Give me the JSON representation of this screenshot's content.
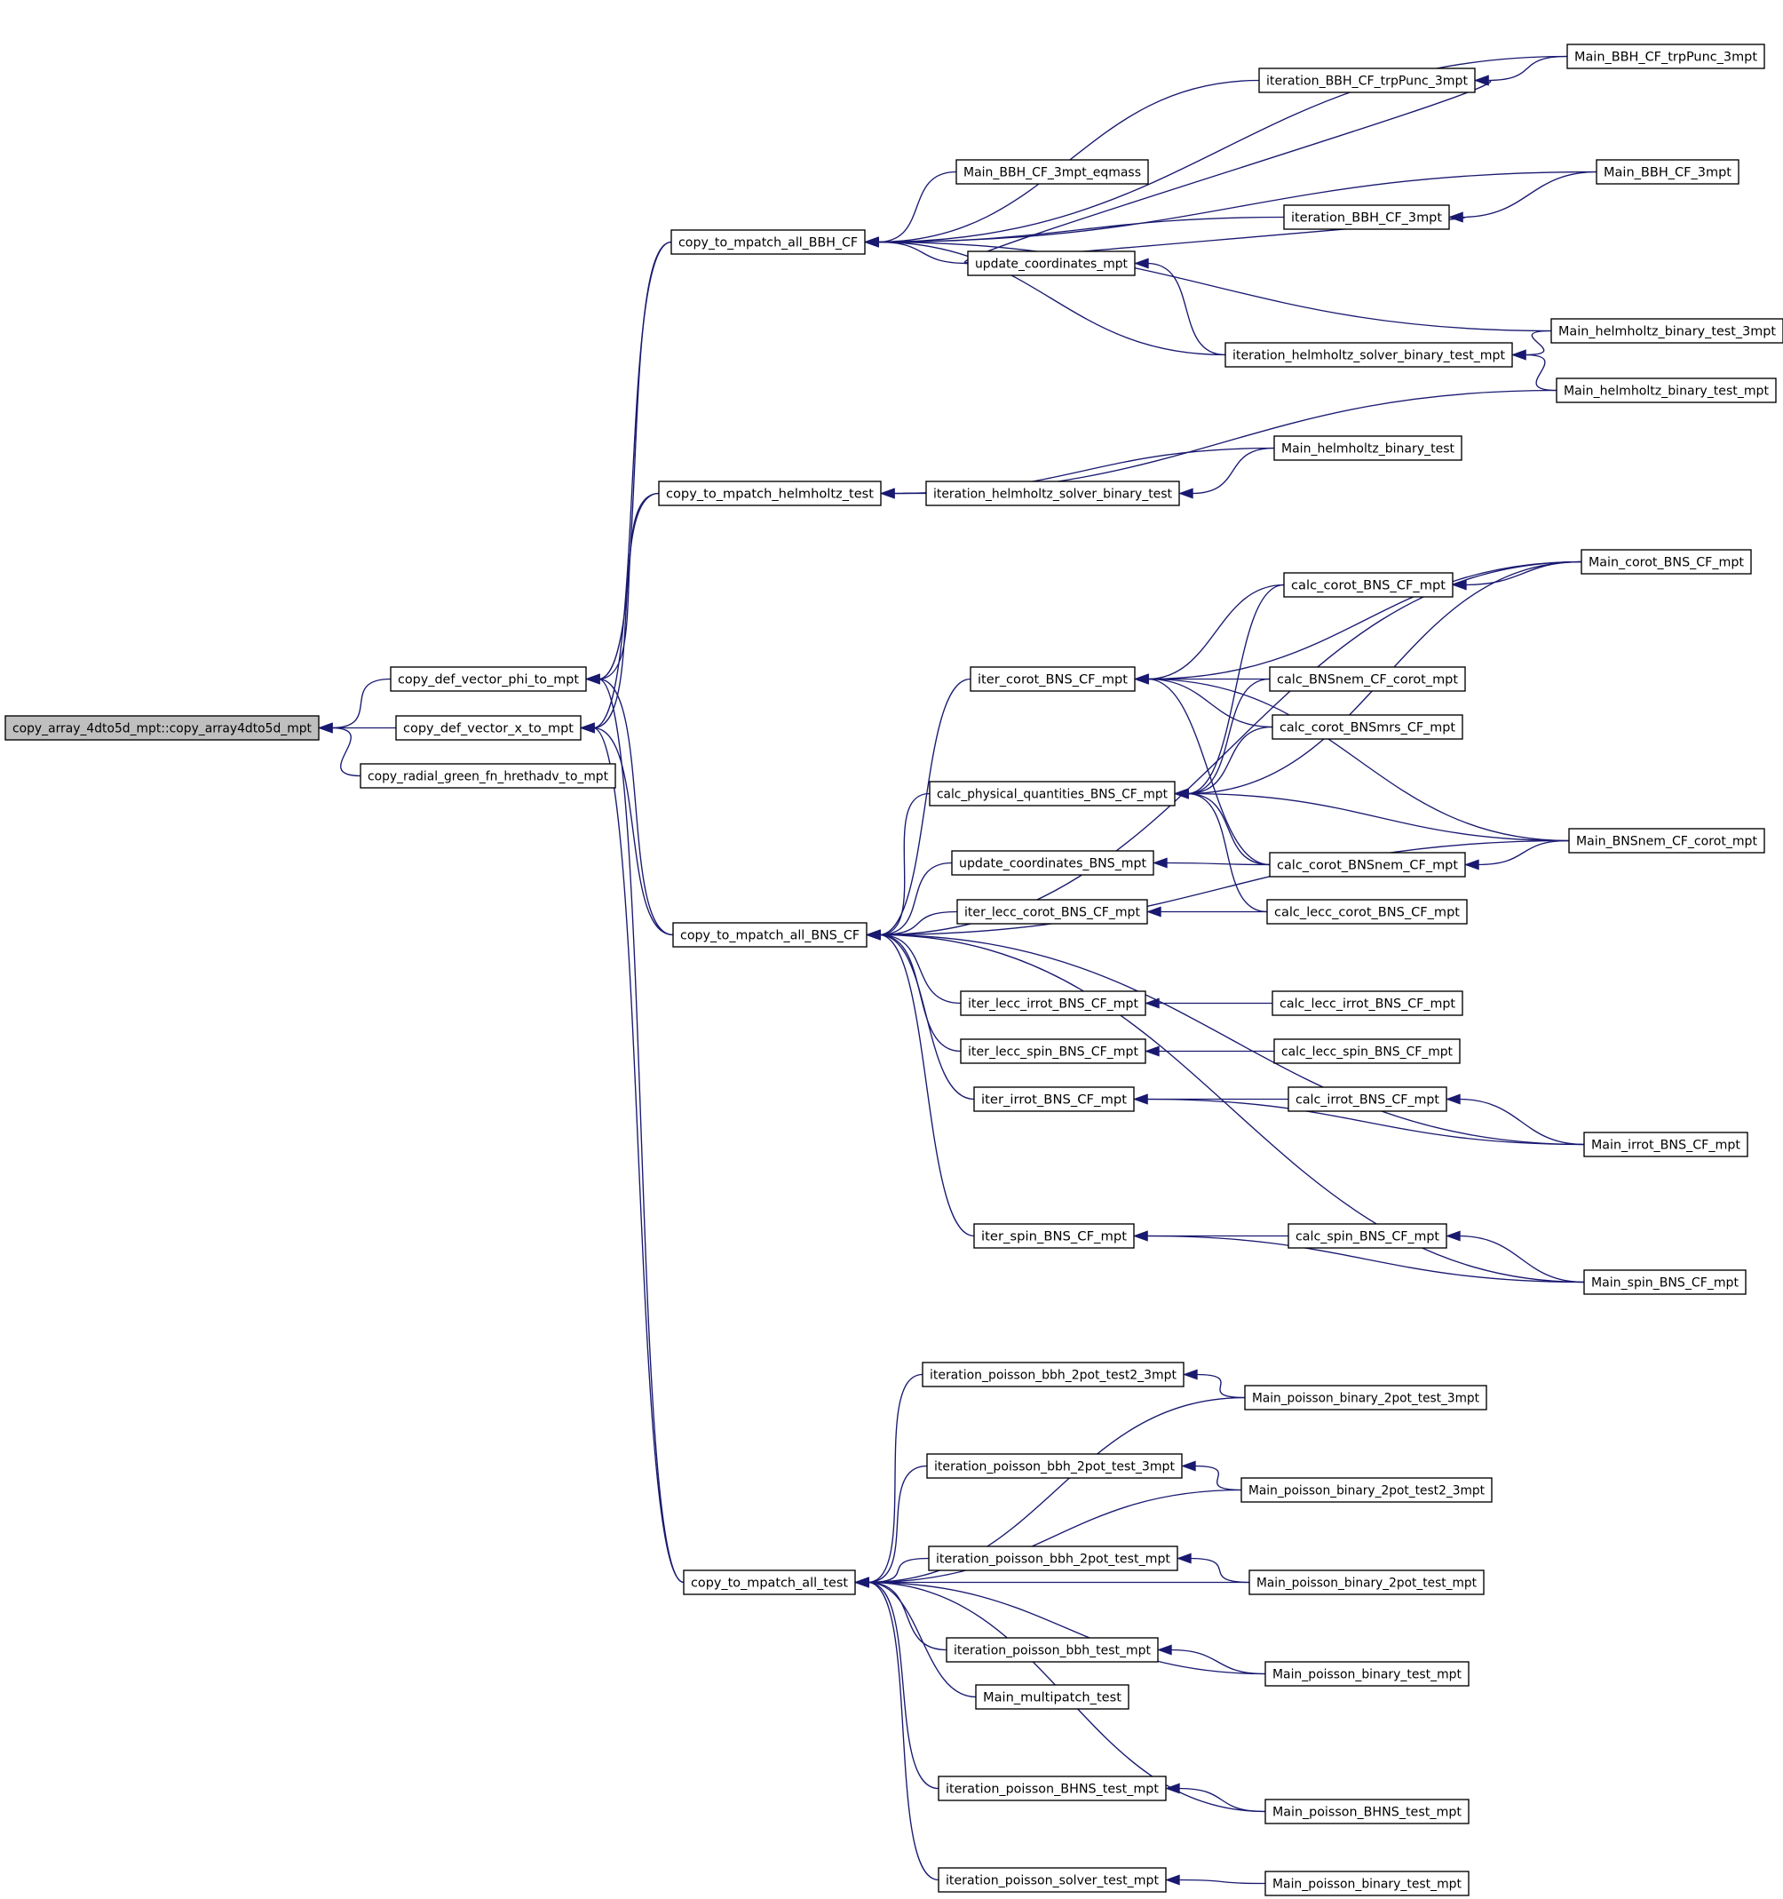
{
  "graph": {
    "nodes": [
      {
        "id": "root",
        "label": "copy_array_4dto5d_mpt::copy_array4dto5d_mpt",
        "highlight": true
      },
      {
        "id": "phi",
        "label": "copy_def_vector_phi_to_mpt"
      },
      {
        "id": "vx",
        "label": "copy_def_vector_x_to_mpt"
      },
      {
        "id": "rad",
        "label": "copy_radial_green_fn_hrethadv_to_mpt"
      },
      {
        "id": "bbhcf",
        "label": "copy_to_mpatch_all_BBH_CF"
      },
      {
        "id": "helm",
        "label": "copy_to_mpatch_helmholtz_test"
      },
      {
        "id": "bnscf",
        "label": "copy_to_mpatch_all_BNS_CF"
      },
      {
        "id": "test",
        "label": "copy_to_mpatch_all_test"
      },
      {
        "id": "m_bbh_eq",
        "label": "Main_BBH_CF_3mpt_eqmass"
      },
      {
        "id": "upd_mpt",
        "label": "update_coordinates_mpt"
      },
      {
        "id": "it_trp",
        "label": "iteration_BBH_CF_trpPunc_3mpt"
      },
      {
        "id": "it_bbh3",
        "label": "iteration_BBH_CF_3mpt"
      },
      {
        "id": "it_helm_mpt",
        "label": "iteration_helmholtz_solver_binary_test_mpt"
      },
      {
        "id": "m_trp",
        "label": "Main_BBH_CF_trpPunc_3mpt"
      },
      {
        "id": "m_bbh3",
        "label": "Main_BBH_CF_3mpt"
      },
      {
        "id": "m_helm3",
        "label": "Main_helmholtz_binary_test_3mpt"
      },
      {
        "id": "m_helm_mpt",
        "label": "Main_helmholtz_binary_test_mpt"
      },
      {
        "id": "it_helm",
        "label": "iteration_helmholtz_solver_binary_test"
      },
      {
        "id": "m_helm",
        "label": "Main_helmholtz_binary_test"
      },
      {
        "id": "iter_corot",
        "label": "iter_corot_BNS_CF_mpt"
      },
      {
        "id": "calc_phys",
        "label": "calc_physical_quantities_BNS_CF_mpt"
      },
      {
        "id": "upd_bns",
        "label": "update_coordinates_BNS_mpt"
      },
      {
        "id": "iter_lecc_corot",
        "label": "iter_lecc_corot_BNS_CF_mpt"
      },
      {
        "id": "iter_lecc_irrot",
        "label": "iter_lecc_irrot_BNS_CF_mpt"
      },
      {
        "id": "iter_lecc_spin",
        "label": "iter_lecc_spin_BNS_CF_mpt"
      },
      {
        "id": "iter_irrot",
        "label": "iter_irrot_BNS_CF_mpt"
      },
      {
        "id": "iter_spin",
        "label": "iter_spin_BNS_CF_mpt"
      },
      {
        "id": "calc_corot",
        "label": "calc_corot_BNS_CF_mpt"
      },
      {
        "id": "calc_bnsnem_corot",
        "label": "calc_BNSnem_CF_corot_mpt"
      },
      {
        "id": "calc_corot_mrs",
        "label": "calc_corot_BNSmrs_CF_mpt"
      },
      {
        "id": "calc_corot_nem",
        "label": "calc_corot_BNSnem_CF_mpt"
      },
      {
        "id": "calc_lecc_corot",
        "label": "calc_lecc_corot_BNS_CF_mpt"
      },
      {
        "id": "calc_lecc_irrot",
        "label": "calc_lecc_irrot_BNS_CF_mpt"
      },
      {
        "id": "calc_lecc_spin",
        "label": "calc_lecc_spin_BNS_CF_mpt"
      },
      {
        "id": "calc_irrot",
        "label": "calc_irrot_BNS_CF_mpt"
      },
      {
        "id": "calc_spin",
        "label": "calc_spin_BNS_CF_mpt"
      },
      {
        "id": "m_corot",
        "label": "Main_corot_BNS_CF_mpt"
      },
      {
        "id": "m_bnsnem",
        "label": "Main_BNSnem_CF_corot_mpt"
      },
      {
        "id": "m_irrot",
        "label": "Main_irrot_BNS_CF_mpt"
      },
      {
        "id": "m_spin",
        "label": "Main_spin_BNS_CF_mpt"
      },
      {
        "id": "it_p2t2",
        "label": "iteration_poisson_bbh_2pot_test2_3mpt"
      },
      {
        "id": "it_p2t3",
        "label": "iteration_poisson_bbh_2pot_test_3mpt"
      },
      {
        "id": "it_p2tm",
        "label": "iteration_poisson_bbh_2pot_test_mpt"
      },
      {
        "id": "it_pbbh",
        "label": "iteration_poisson_bbh_test_mpt"
      },
      {
        "id": "m_multi",
        "label": "Main_multipatch_test"
      },
      {
        "id": "it_bhns",
        "label": "iteration_poisson_BHNS_test_mpt"
      },
      {
        "id": "it_psolv",
        "label": "iteration_poisson_solver_test_mpt"
      },
      {
        "id": "m_p2t3",
        "label": "Main_poisson_binary_2pot_test_3mpt"
      },
      {
        "id": "m_p2t2",
        "label": "Main_poisson_binary_2pot_test2_3mpt"
      },
      {
        "id": "m_p2tm",
        "label": "Main_poisson_binary_2pot_test_mpt"
      },
      {
        "id": "m_pbt",
        "label": "Main_poisson_binary_test_mpt"
      },
      {
        "id": "m_bhns",
        "label": "Main_poisson_BHNS_test_mpt"
      },
      {
        "id": "m_pbt2",
        "label": "Main_poisson_binary_test_mpt"
      }
    ],
    "edges": [
      [
        "phi",
        "root"
      ],
      [
        "vx",
        "root"
      ],
      [
        "rad",
        "root"
      ],
      [
        "bbhcf",
        "phi"
      ],
      [
        "helm",
        "phi"
      ],
      [
        "bnscf",
        "phi"
      ],
      [
        "test",
        "phi"
      ],
      [
        "bbhcf",
        "vx"
      ],
      [
        "helm",
        "vx"
      ],
      [
        "bnscf",
        "vx"
      ],
      [
        "test",
        "vx"
      ],
      [
        "m_trp",
        "bbhcf"
      ],
      [
        "it_trp",
        "bbhcf"
      ],
      [
        "m_bbh3",
        "bbhcf"
      ],
      [
        "m_bbh_eq",
        "bbhcf"
      ],
      [
        "it_bbh3",
        "bbhcf"
      ],
      [
        "upd_mpt",
        "bbhcf"
      ],
      [
        "m_helm3",
        "bbhcf"
      ],
      [
        "it_helm_mpt",
        "bbhcf"
      ],
      [
        "m_trp",
        "it_trp"
      ],
      [
        "upd_mpt",
        "it_trp"
      ],
      [
        "m_bbh3",
        "it_bbh3"
      ],
      [
        "upd_mpt",
        "it_bbh3"
      ],
      [
        "it_helm_mpt",
        "upd_mpt"
      ],
      [
        "m_helm3",
        "it_helm_mpt"
      ],
      [
        "m_helm_mpt",
        "it_helm_mpt"
      ],
      [
        "m_helm_mpt",
        "helm"
      ],
      [
        "m_helm",
        "helm"
      ],
      [
        "it_helm",
        "helm"
      ],
      [
        "m_helm",
        "it_helm"
      ],
      [
        "m_corot",
        "bnscf"
      ],
      [
        "iter_corot",
        "bnscf"
      ],
      [
        "calc_phys",
        "bnscf"
      ],
      [
        "upd_bns",
        "bnscf"
      ],
      [
        "iter_lecc_corot",
        "bnscf"
      ],
      [
        "m_bnsnem",
        "bnscf"
      ],
      [
        "iter_lecc_irrot",
        "bnscf"
      ],
      [
        "iter_lecc_spin",
        "bnscf"
      ],
      [
        "iter_irrot",
        "bnscf"
      ],
      [
        "m_irrot",
        "bnscf"
      ],
      [
        "iter_spin",
        "bnscf"
      ],
      [
        "m_spin",
        "bnscf"
      ],
      [
        "m_corot",
        "calc_corot"
      ],
      [
        "calc_corot",
        "iter_corot"
      ],
      [
        "m_corot",
        "iter_corot"
      ],
      [
        "m_bnsnem",
        "iter_corot"
      ],
      [
        "calc_bnsnem_corot",
        "iter_corot"
      ],
      [
        "calc_corot_mrs",
        "iter_corot"
      ],
      [
        "calc_corot_nem",
        "iter_corot"
      ],
      [
        "calc_corot",
        "calc_phys"
      ],
      [
        "calc_bnsnem_corot",
        "calc_phys"
      ],
      [
        "calc_corot_mrs",
        "calc_phys"
      ],
      [
        "m_corot",
        "calc_phys"
      ],
      [
        "m_bnsnem",
        "calc_phys"
      ],
      [
        "calc_corot_nem",
        "calc_phys"
      ],
      [
        "calc_lecc_corot",
        "calc_phys"
      ],
      [
        "calc_corot_nem",
        "upd_bns"
      ],
      [
        "m_bnsnem",
        "calc_corot_nem"
      ],
      [
        "calc_lecc_corot",
        "iter_lecc_corot"
      ],
      [
        "calc_lecc_irrot",
        "iter_lecc_irrot"
      ],
      [
        "calc_lecc_spin",
        "iter_lecc_spin"
      ],
      [
        "calc_irrot",
        "iter_irrot"
      ],
      [
        "m_irrot",
        "iter_irrot"
      ],
      [
        "m_irrot",
        "calc_irrot"
      ],
      [
        "calc_spin",
        "iter_spin"
      ],
      [
        "m_spin",
        "iter_spin"
      ],
      [
        "m_spin",
        "calc_spin"
      ],
      [
        "it_p2t2",
        "test"
      ],
      [
        "m_p2t3",
        "test"
      ],
      [
        "it_p2t3",
        "test"
      ],
      [
        "m_p2t2",
        "test"
      ],
      [
        "it_p2tm",
        "test"
      ],
      [
        "m_p2tm",
        "test"
      ],
      [
        "it_pbbh",
        "test"
      ],
      [
        "m_multi",
        "test"
      ],
      [
        "m_pbt",
        "test"
      ],
      [
        "it_bhns",
        "test"
      ],
      [
        "m_bhns",
        "test"
      ],
      [
        "it_psolv",
        "test"
      ],
      [
        "m_p2t3",
        "it_p2t2"
      ],
      [
        "m_p2t2",
        "it_p2t3"
      ],
      [
        "m_p2tm",
        "it_p2tm"
      ],
      [
        "m_pbt",
        "it_pbbh"
      ],
      [
        "m_bhns",
        "it_bhns"
      ],
      [
        "m_pbt2",
        "it_psolv"
      ]
    ]
  },
  "colors": {
    "edge": "#191970",
    "highlight_fill": "#bfbfbf",
    "node_border": "#000000"
  }
}
